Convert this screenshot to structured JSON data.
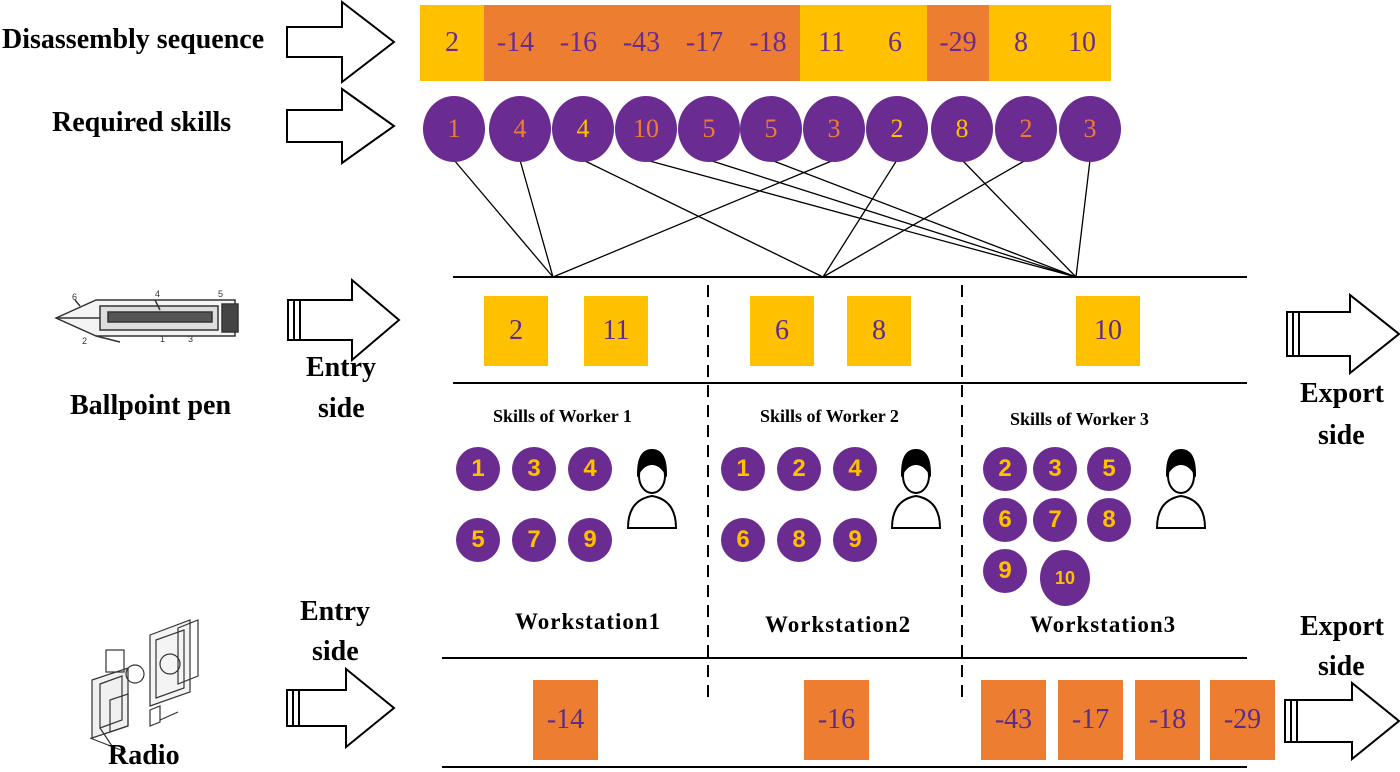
{
  "labels": {
    "disassembly_sequence": "Disassembly sequence",
    "required_skills": "Required skills",
    "ballpoint_pen": "Ballpoint pen",
    "radio": "Radio",
    "entry_top_1": "Entry",
    "entry_top_2": "side",
    "entry_bottom_1": "Entry",
    "entry_bottom_2": "side",
    "export_top_1": "Export",
    "export_top_2": "side",
    "export_bottom_1": "Export",
    "export_bottom_2": "side"
  },
  "colors": {
    "yellow": "#ffc000",
    "orange": "#ed7d31",
    "purple": "#6b2c91",
    "text_purple": "#6a2c8c"
  },
  "sequence": [
    {
      "label": "2",
      "color": "yellow"
    },
    {
      "label": "-14",
      "color": "orange"
    },
    {
      "label": "-16",
      "color": "orange"
    },
    {
      "label": "-43",
      "color": "orange"
    },
    {
      "label": "-17",
      "color": "orange"
    },
    {
      "label": "-18",
      "color": "orange"
    },
    {
      "label": "11",
      "color": "yellow"
    },
    {
      "label": "6",
      "color": "yellow"
    },
    {
      "label": "-29",
      "color": "orange"
    },
    {
      "label": "8",
      "color": "yellow"
    },
    {
      "label": "10",
      "color": "yellow"
    }
  ],
  "required_skills": [
    {
      "label": "1",
      "color": "orange"
    },
    {
      "label": "4",
      "color": "orange"
    },
    {
      "label": "4",
      "color": "yellow"
    },
    {
      "label": "10",
      "color": "orange"
    },
    {
      "label": "5",
      "color": "orange"
    },
    {
      "label": "5",
      "color": "orange"
    },
    {
      "label": "3",
      "color": "orange"
    },
    {
      "label": "2",
      "color": "yellow"
    },
    {
      "label": "8",
      "color": "yellow"
    },
    {
      "label": "2",
      "color": "orange"
    },
    {
      "label": "3",
      "color": "orange"
    }
  ],
  "workstations": [
    {
      "name": "Workstation1",
      "worker_label": "Skills of Worker 1",
      "skills": [
        "1",
        "3",
        "4",
        "5",
        "7",
        "9"
      ],
      "pen_tasks": [
        "2",
        "11"
      ],
      "radio_tasks": [
        "-14"
      ]
    },
    {
      "name": "Workstation2",
      "worker_label": "Skills of Worker 2",
      "skills": [
        "1",
        "2",
        "4",
        "6",
        "8",
        "9"
      ],
      "pen_tasks": [
        "6",
        "8"
      ],
      "radio_tasks": [
        "-16"
      ]
    },
    {
      "name": "Workstation3",
      "worker_label": "Skills of Worker 3",
      "skills": [
        "2",
        "3",
        "5",
        "6",
        "7",
        "8",
        "9",
        "10"
      ],
      "pen_tasks": [
        "10"
      ],
      "radio_tasks": [
        "-43",
        "-17",
        "-18",
        "-29"
      ]
    }
  ]
}
